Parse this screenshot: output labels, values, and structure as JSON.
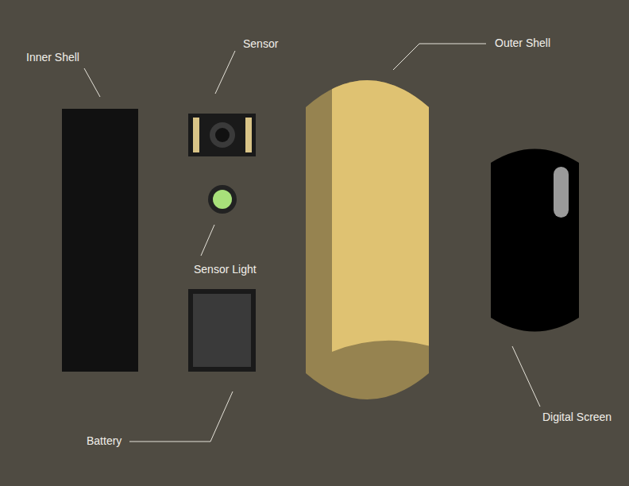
{
  "diagram": {
    "labels": [
      "Inner Shell",
      "Sensor",
      "Outer Shell",
      "Sensor Light",
      "Battery",
      "Digital Screen"
    ]
  }
}
